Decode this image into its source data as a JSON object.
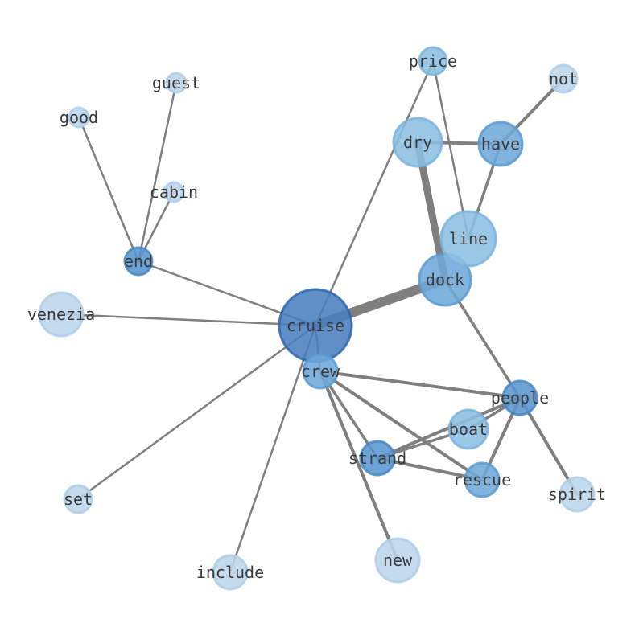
{
  "graph": {
    "type": "word-cooccurrence-network",
    "nodes": [
      {
        "id": "cruise",
        "label": "cruise",
        "shade": "#4a7fbf",
        "stroke": "#2b66aa"
      },
      {
        "id": "dock",
        "label": "dock",
        "shade": "#6ea8d8",
        "stroke": "#5a9ad0"
      },
      {
        "id": "line",
        "label": "line",
        "shade": "#8dbfe3",
        "stroke": "#7ab3de"
      },
      {
        "id": "dry",
        "label": "dry",
        "shade": "#8dbfe3",
        "stroke": "#7ab3de"
      },
      {
        "id": "have",
        "label": "have",
        "shade": "#6ea8d8",
        "stroke": "#5a9ad0"
      },
      {
        "id": "price",
        "label": "price",
        "shade": "#8dbfe3",
        "stroke": "#7ab3de"
      },
      {
        "id": "not",
        "label": "not",
        "shade": "#bcd6ec",
        "stroke": "#aecde8"
      },
      {
        "id": "guest",
        "label": "guest",
        "shade": "#bcd6ec",
        "stroke": "#aecde8"
      },
      {
        "id": "good",
        "label": "good",
        "shade": "#bcd6ec",
        "stroke": "#aecde8"
      },
      {
        "id": "cabin",
        "label": "cabin",
        "shade": "#bcd6ec",
        "stroke": "#aecde8"
      },
      {
        "id": "end",
        "label": "end",
        "shade": "#5a97cf",
        "stroke": "#4686c4"
      },
      {
        "id": "venezia",
        "label": "venezia",
        "shade": "#bcd6ec",
        "stroke": "#aecde8"
      },
      {
        "id": "crew",
        "label": "crew",
        "shade": "#6ea8d8",
        "stroke": "#5a9ad0"
      },
      {
        "id": "people",
        "label": "people",
        "shade": "#5a97cf",
        "stroke": "#4686c4"
      },
      {
        "id": "boat",
        "label": "boat",
        "shade": "#8dbfe3",
        "stroke": "#7ab3de"
      },
      {
        "id": "strand",
        "label": "strand",
        "shade": "#5a97cf",
        "stroke": "#4686c4"
      },
      {
        "id": "rescue",
        "label": "rescue",
        "shade": "#6ea8d8",
        "stroke": "#5a9ad0"
      },
      {
        "id": "spirit",
        "label": "spirit",
        "shade": "#bcd6ec",
        "stroke": "#aecde8"
      },
      {
        "id": "set",
        "label": "set",
        "shade": "#bcd6ec",
        "stroke": "#aecde8"
      },
      {
        "id": "include",
        "label": "include",
        "shade": "#bcd6ec",
        "stroke": "#aecde8"
      },
      {
        "id": "new",
        "label": "new",
        "shade": "#bcd6ec",
        "stroke": "#aecde8"
      }
    ],
    "edges": [
      {
        "source": "cruise",
        "target": "dock",
        "weight": 12
      },
      {
        "source": "dry",
        "target": "dock",
        "weight": 9
      },
      {
        "source": "cruise",
        "target": "end",
        "weight": 2.5
      },
      {
        "source": "cruise",
        "target": "venezia",
        "weight": 2.5
      },
      {
        "source": "cruise",
        "target": "price",
        "weight": 2.5
      },
      {
        "source": "cruise",
        "target": "set",
        "weight": 2.5
      },
      {
        "source": "cruise",
        "target": "include",
        "weight": 2.5
      },
      {
        "source": "cruise",
        "target": "crew",
        "weight": 2.5
      },
      {
        "source": "end",
        "target": "good",
        "weight": 2.5
      },
      {
        "source": "end",
        "target": "guest",
        "weight": 2.5
      },
      {
        "source": "end",
        "target": "cabin",
        "weight": 2.5
      },
      {
        "source": "dry",
        "target": "have",
        "weight": 4
      },
      {
        "source": "have",
        "target": "not",
        "weight": 4
      },
      {
        "source": "have",
        "target": "line",
        "weight": 3.5
      },
      {
        "source": "price",
        "target": "line",
        "weight": 2.5
      },
      {
        "source": "dock",
        "target": "people",
        "weight": 3.5
      },
      {
        "source": "crew",
        "target": "people",
        "weight": 4
      },
      {
        "source": "crew",
        "target": "rescue",
        "weight": 4
      },
      {
        "source": "crew",
        "target": "strand",
        "weight": 3.5
      },
      {
        "source": "crew",
        "target": "new",
        "weight": 4
      },
      {
        "source": "people",
        "target": "boat",
        "weight": 3.5
      },
      {
        "source": "people",
        "target": "strand",
        "weight": 4
      },
      {
        "source": "people",
        "target": "rescue",
        "weight": 4
      },
      {
        "source": "people",
        "target": "spirit",
        "weight": 4
      },
      {
        "source": "strand",
        "target": "rescue",
        "weight": 4
      },
      {
        "source": "strand",
        "target": "boat",
        "weight": 3.5
      }
    ]
  }
}
